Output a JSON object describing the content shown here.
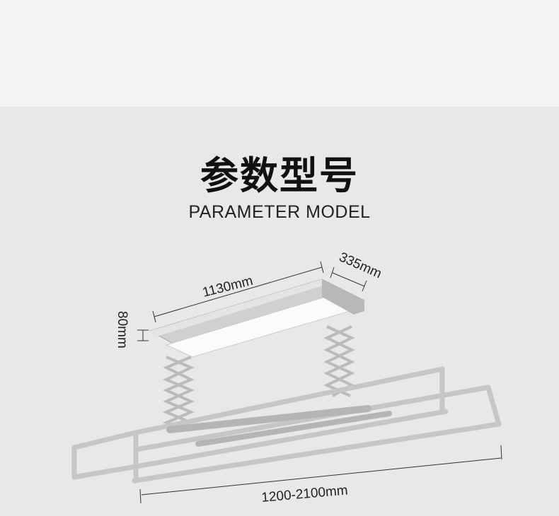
{
  "heading": {
    "title_cn": "参数型号",
    "title_en": "PARAMETER MODEL"
  },
  "dimensions": {
    "length": "1130mm",
    "width": "335mm",
    "height": "80mm",
    "extended_length": "1200-2100mm"
  },
  "colors": {
    "top_band": "#f3f3f3",
    "background": "#e8e8e6",
    "text": "#111111",
    "metal": "#c8c8c8"
  }
}
